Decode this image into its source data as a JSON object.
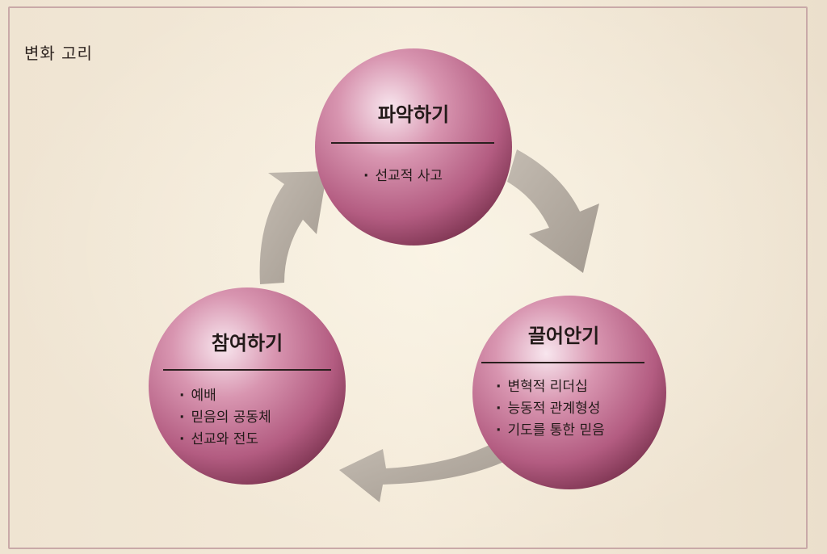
{
  "diagram": {
    "title": "변화 고리",
    "nodes": {
      "top": {
        "title": "파악하기",
        "items": [
          "선교적 사고"
        ]
      },
      "right": {
        "title": "끌어안기",
        "items": [
          "변혁적 리더십",
          "능동적 관계형성",
          "기도를 통한 믿음"
        ]
      },
      "left": {
        "title": "참여하기",
        "items": [
          "예배",
          "믿음의 공동체",
          "선교와 전도"
        ]
      }
    },
    "colors": {
      "sphere": "#c06f8f",
      "sphere_dark": "#8f3e5c",
      "arrow": "#b2aaa0"
    }
  }
}
